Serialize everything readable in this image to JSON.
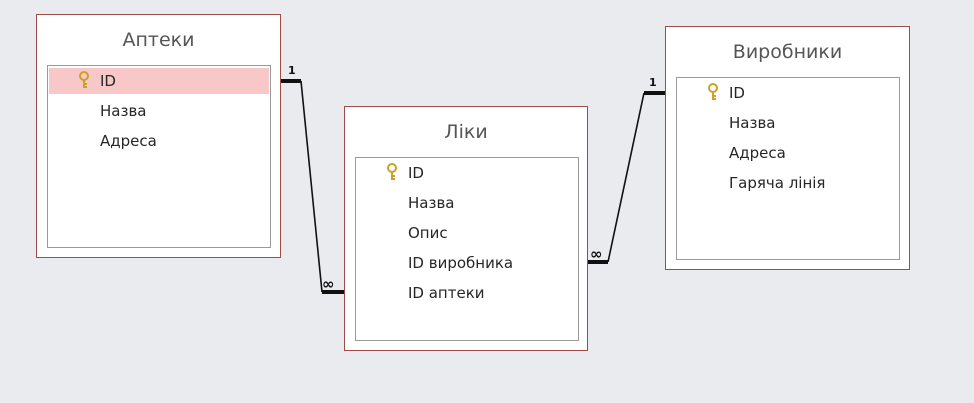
{
  "tables": {
    "apteky": {
      "title": "Аптеки",
      "fields": [
        {
          "name": "ID",
          "primary_key": true
        },
        {
          "name": "Назва"
        },
        {
          "name": "Адреса"
        }
      ]
    },
    "liky": {
      "title": "Ліки",
      "fields": [
        {
          "name": "ID",
          "primary_key": true
        },
        {
          "name": "Назва"
        },
        {
          "name": "Опис"
        },
        {
          "name": "ID виробника"
        },
        {
          "name": "ID аптеки"
        }
      ]
    },
    "vyrobnyky": {
      "title": "Виробники",
      "fields": [
        {
          "name": "ID",
          "primary_key": true
        },
        {
          "name": "Назва"
        },
        {
          "name": "Адреса"
        },
        {
          "name": "Гаряча лінія"
        }
      ]
    }
  },
  "relationships": {
    "apteky_liky": {
      "one_label": "1",
      "many_label": "∞"
    },
    "vyrobnyky_liky": {
      "one_label": "1",
      "many_label": "∞"
    }
  },
  "colors": {
    "background": "#e9ebef",
    "table_border": "#a14a4a",
    "selected_row": "#f8c8c8",
    "key_icon": "#c9a227"
  },
  "icons": {
    "primary_key": "key-icon"
  }
}
